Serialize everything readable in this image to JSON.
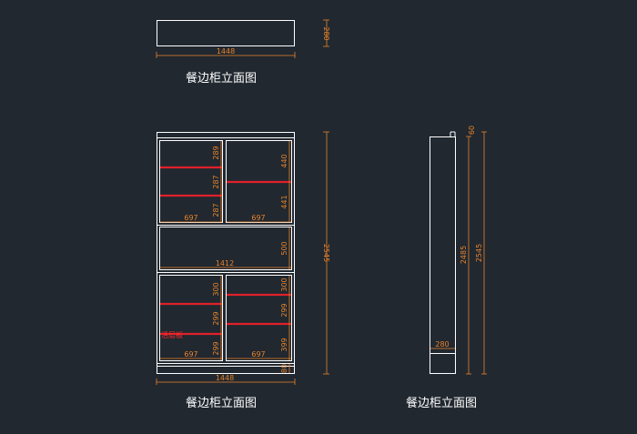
{
  "colors": {
    "background": "#212830",
    "outline": "#ffffff",
    "dimension": "#e8832a",
    "shelf_red": "#e0202a",
    "caption": "#ffffff"
  },
  "top_view": {
    "width_dim": "1448",
    "depth_dim": "280",
    "caption": "餐边柜立面图"
  },
  "front_view": {
    "upper_left": {
      "dim_a": "289",
      "dim_b": "287",
      "dim_c": "287",
      "width": "697"
    },
    "upper_right": {
      "dim_a": "440",
      "dim_b": "441",
      "width": "697"
    },
    "middle": {
      "dim_height": "500",
      "width": "1412"
    },
    "lower_left": {
      "dim_a": "300",
      "dim_b": "299",
      "dim_c": "299",
      "width": "697",
      "label": "活层板"
    },
    "lower_right": {
      "dim_a": "300",
      "dim_b": "299",
      "dim_c": "399",
      "width": "697"
    },
    "base_dim": "80",
    "overall_width": "1448",
    "overall_height": "2545",
    "caption": "餐边柜立面图"
  },
  "side_view": {
    "top_dim": "60",
    "inner_height": "2485",
    "overall_height": "2545",
    "depth": "280",
    "caption": "餐边柜立面图"
  }
}
